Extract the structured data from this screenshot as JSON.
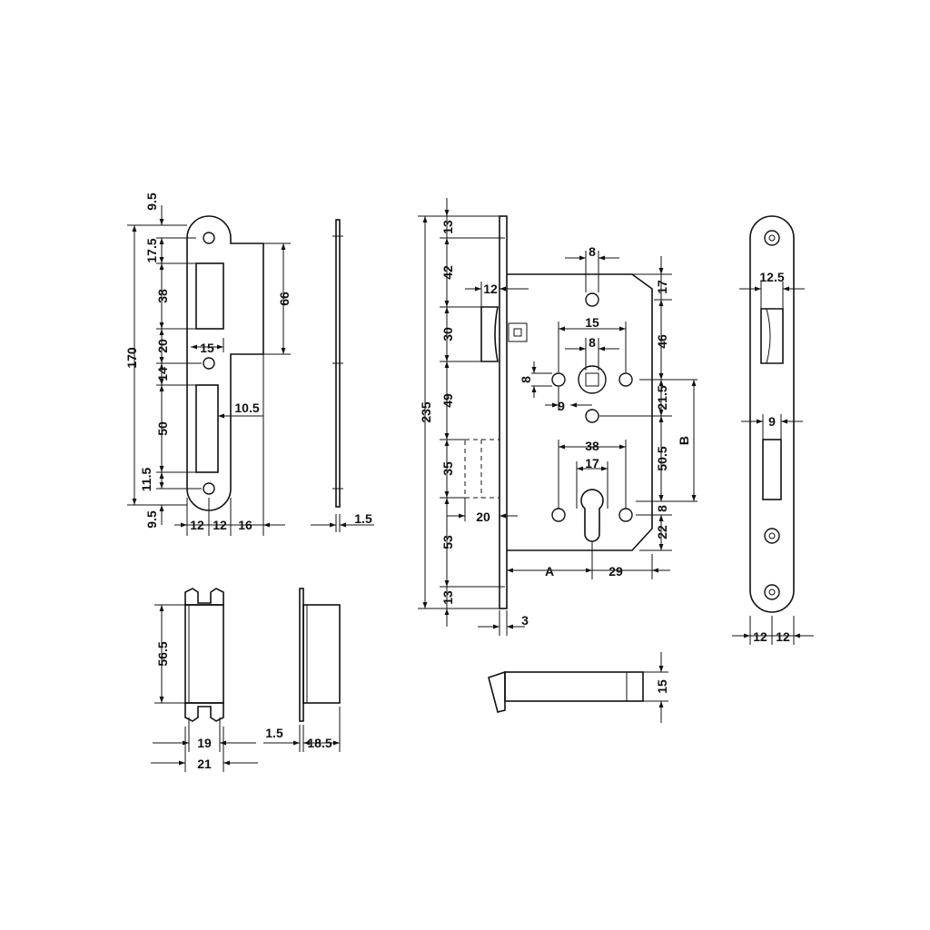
{
  "strike_plate": {
    "dims": {
      "top_offset": "9.5",
      "first_hole_to_slot": "17.5",
      "slot1_height": "38",
      "gap_20": "20",
      "gap_14": "14",
      "slot2_height": "50",
      "bottom_hole": "11.5",
      "bottom_offset": "9.5",
      "total_height": "170",
      "slot_width": "15",
      "tongue_height": "66",
      "edge_offset": "10.5",
      "half_width_left": "12",
      "half_width_right": "12",
      "tongue_width": "16"
    }
  },
  "strike_side": {
    "thickness": "1.5"
  },
  "strike_box": {
    "height": "56.5",
    "inner_width": "19",
    "outer_width": "21",
    "flange": "1.5",
    "depth": "18.5"
  },
  "lock_body": {
    "dims": {
      "top_13": "13",
      "top_42": "42",
      "latch_30": "30",
      "spacing_49": "49",
      "bolt_35": "35",
      "spacing_53": "53",
      "bottom_13": "13",
      "total_235": "235",
      "latch_12": "12",
      "bolt_20": "20",
      "faceplate_3": "3",
      "top_8": "8",
      "holes_15": "15",
      "spindle_8": "8",
      "left_8": "8",
      "offset_9": "9",
      "right_17": "17",
      "right_46": "46",
      "right_21_5": "21.5",
      "cyl_38": "38",
      "cyl_17": "17",
      "right_50_5": "50.5",
      "right_8": "8",
      "right_22": "22",
      "backset_A": "A",
      "depth_29": "29",
      "center_B": "B"
    }
  },
  "latch_bolt": {
    "height": "15"
  },
  "forend": {
    "dims": {
      "slot_12_5": "12.5",
      "slot_9": "9",
      "half_left": "12",
      "half_right": "12"
    }
  }
}
